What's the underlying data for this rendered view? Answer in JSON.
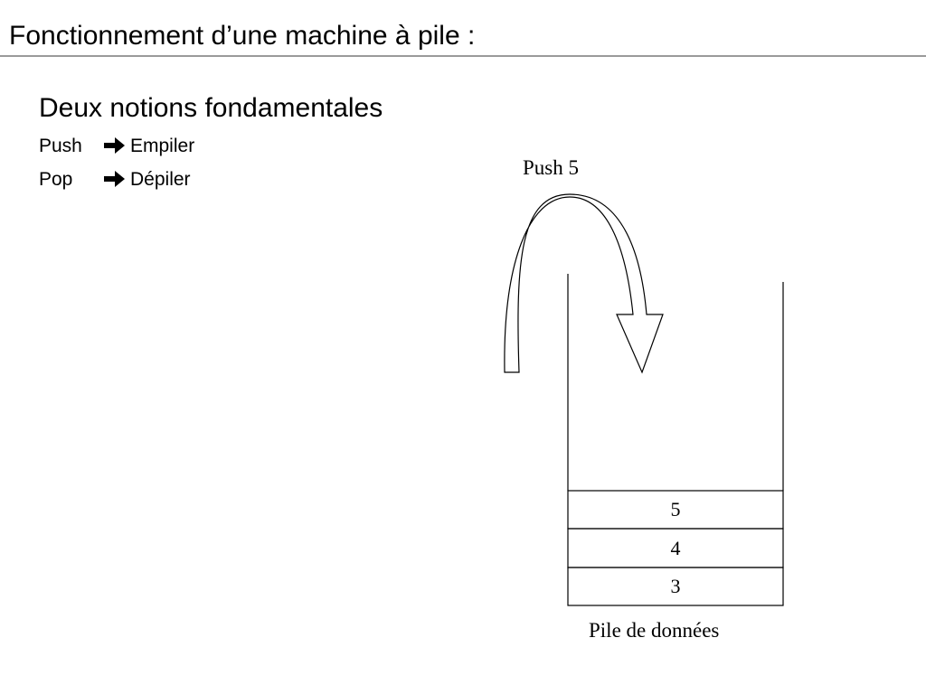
{
  "slide": {
    "title": "Fonctionnement d’une machine à pile :",
    "subtitle": "Deux notions fondamentales",
    "definitions": [
      {
        "term": "Push",
        "meaning": "Empiler"
      },
      {
        "term": "Pop",
        "meaning": "Dépiler"
      }
    ]
  },
  "diagram": {
    "operation_label": "Push 5",
    "stack_values": [
      "5",
      "4",
      "3"
    ],
    "stack_caption": "Pile de données"
  },
  "icons": {
    "definition_arrow": "right-arrow-icon",
    "push_arrow": "curved-arrow-icon"
  }
}
